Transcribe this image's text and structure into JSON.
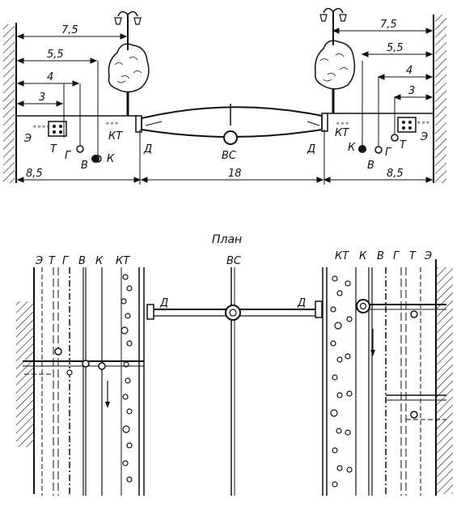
{
  "section": {
    "dims": {
      "left_75": "7,5",
      "left_55": "5,5",
      "left_4": "4",
      "left_3": "3",
      "left_85": "8,5",
      "right_75": "7,5",
      "right_55": "5,5",
      "right_4": "4",
      "right_3": "3",
      "right_85": "8,5",
      "center_18": "18"
    },
    "labels": {
      "left_e": "Э",
      "left_t": "Т",
      "left_g": "Г",
      "left_v": "В",
      "left_k": "К",
      "left_kt": "КТ",
      "left_d": "Д",
      "right_d": "Д",
      "right_kt": "КТ",
      "right_k": "К",
      "right_v": "В",
      "right_g": "Г",
      "right_t": "Т",
      "right_e": "Э",
      "center_vs": "ВС"
    }
  },
  "plan": {
    "title": "План",
    "top_labels": {
      "e": "Э",
      "t": "Т",
      "g": "Г",
      "v": "В",
      "k": "К",
      "kt": "КТ",
      "vs": "ВС",
      "kt_r": "КТ",
      "k_r": "К",
      "v_r": "В",
      "g_r": "Г",
      "t_r": "Т",
      "e_r": "Э"
    },
    "d_left": "Д",
    "d_right": "Д"
  }
}
